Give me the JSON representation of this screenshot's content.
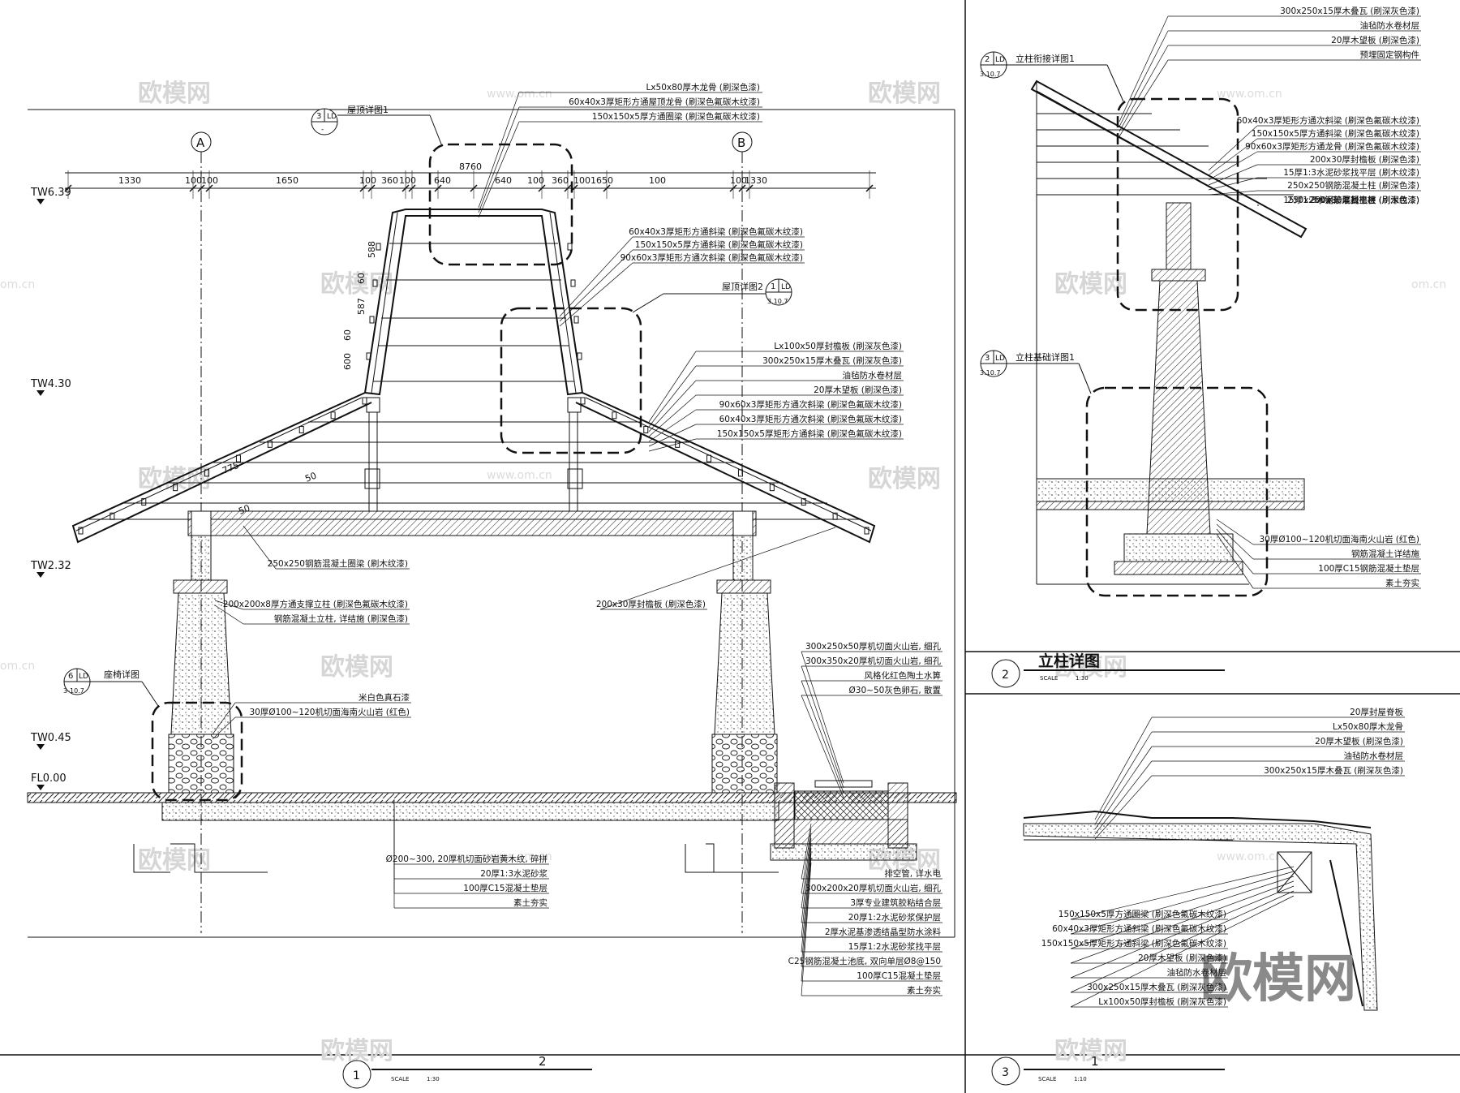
{
  "levels": [
    "TW6.39",
    "TW4.30",
    "TW2.32",
    "TW0.45",
    "FL0.00"
  ],
  "axes": [
    "A",
    "B"
  ],
  "dimensions": {
    "top_total": "8760",
    "top_row": [
      "1330",
      "100",
      "100",
      "1650",
      "100",
      "360",
      "100",
      "640",
      "640",
      "100",
      "360",
      "100",
      "1650",
      "100",
      "100",
      "1330"
    ],
    "slope": [
      "588",
      "60",
      "587",
      "60",
      "600"
    ],
    "misc": [
      "775",
      "50",
      "50"
    ]
  },
  "callout_markers": [
    {
      "num": "3",
      "ref": "LD",
      "sheet": "-",
      "label": "屋顶详图1"
    },
    {
      "num": "1",
      "ref": "LD",
      "sheet": "3.10.7",
      "label": "屋顶详图2"
    },
    {
      "num": "6",
      "ref": "LD",
      "sheet": "3-10.7",
      "label": "座椅详图"
    },
    {
      "num": "2",
      "ref": "LD",
      "sheet": "3.10.7",
      "label": "立柱衔接详图1"
    },
    {
      "num": "3",
      "ref": "LD",
      "sheet": "3.10.7",
      "label": "立柱基础详图1"
    }
  ],
  "section_notes": {
    "roof_top": [
      "Lx50x80厚木龙骨 (刷深色漆)",
      "60x40x3厚矩形方通屋顶龙骨 (刷深色氟碳木纹漆)",
      "150x150x5厚方通圈梁 (刷深色氟碳木纹漆)"
    ],
    "roof_mid": [
      "60x40x3厚矩形方通斜梁 (刷深色氟碳木纹漆)",
      "150x150x5厚方通斜梁 (刷深色氟碳木纹漆)",
      "90x60x3厚矩形方通次斜梁 (刷深色氟碳木纹漆)"
    ],
    "roof_eave": [
      "Lx100x50厚封檐板 (刷深灰色漆)",
      "300x250x15厚木叠瓦 (刷深灰色漆)",
      "油毡防水卷材层",
      "20厚木望板 (刷深色漆)",
      "90x60x3厚矩形方通次斜梁 (刷深色氟碳木纹漆)",
      "60x40x3厚矩形方通次斜梁 (刷深色氟碳木纹漆)",
      "150x150x5厚矩形方通斜梁 (刷深色氟碳木纹漆)"
    ],
    "ring_beam": "250x250钢筋混凝土圈梁 (刷木纹漆)",
    "columns": [
      "200x200x8厚方通支撑立柱 (刷深色氟碳木纹漆)",
      "钢筋混凝土立柱, 详结施 (刷深色漆)"
    ],
    "fascia": "200x30厚封檐板 (刷深色漆)",
    "base": [
      "米白色真石漆",
      "30厚Ø100~120机切面海南火山岩 (红色)"
    ],
    "floor": [
      "Ø200~300, 20厚机切面砂岩黄木纹, 碎拼",
      "20厚1:3水泥砂浆",
      "100厚C15混凝土垫层",
      "素土夯实"
    ],
    "drain_top": [
      "300x250x50厚机切面火山岩, 细孔",
      "300x350x20厚机切面火山岩, 细孔",
      "风格化红色陶土水箅",
      "Ø30~50灰色卵石, 散置"
    ],
    "drain_bottom": [
      "排空管, 详水电",
      "300x200x20厚机切面火山岩, 细孔",
      "3厚专业建筑胶粘结合层",
      "20厚1:2水泥砂浆保护层",
      "2厚水泥基渗透结晶型防水涂料",
      "15厚1:2水泥砂浆找平层",
      "C25钢筋混凝土池底, 双向单层Ø8@150",
      "100厚C15混凝土垫层",
      "素土夯实"
    ]
  },
  "detail2_notes": {
    "top": [
      "300x250x15厚木叠瓦 (刷深灰色漆)",
      "油毡防水卷材层",
      "20厚木望板 (刷深色漆)",
      "预埋固定钢构件"
    ],
    "middle": [
      "60x40x3厚矩形方通次斜梁 (刷深色氟碳木纹漆)",
      "150x150x5厚方通斜梁 (刷深色氟碳木纹漆)",
      "90x60x3厚矩形方通龙骨 (刷深色氟碳木纹漆)",
      "200x30厚封檐板 (刷深色漆)",
      "15厚1:3水泥砂浆找平层 (刷木纹漆)",
      "250x250钢筋混凝土柱 (刷深色漆)"
    ],
    "bottom": [
      "30厚Ø100~120机切面海南火山岩 (红色)",
      "钢筋混凝土详结施",
      "100厚C15钢筋混凝土垫层",
      "素土夯实"
    ]
  },
  "detail3_notes": {
    "top": [
      "20厚封屋脊板",
      "Lx50x80厚木龙骨",
      "20厚木望板 (刷深色漆)",
      "油毡防水卷材层",
      "300x250x15厚木叠瓦 (刷深灰色漆)"
    ],
    "bottom": [
      "150x150x5厚方通圈梁 (刷深色氟碳木纹漆)",
      "60x40x3厚矩形方通斜梁 (刷深色氟碳木纹漆)",
      "150x150x5厚矩形方通斜梁 (刷深色氟碳木纹漆)",
      "20厚木望板 (刷深色漆)",
      "油毡防水卷材层",
      "300x250x15厚木叠瓦 (刷深灰色漆)",
      "Lx100x50厚封檐板 (刷深灰色漆)"
    ]
  },
  "titles": [
    {
      "num": "1",
      "name": "2",
      "scale_label": "SCALE",
      "scale": "1:30"
    },
    {
      "num": "2",
      "name": "立柱详图",
      "scale_label": "SCALE",
      "scale": "1:30"
    },
    {
      "num": "3",
      "name": "1",
      "scale_label": "SCALE",
      "scale": "1:10"
    }
  ],
  "watermarks": [
    "欧模网",
    "www.om.cn",
    "om.cn"
  ],
  "big_watermark": "欧模网"
}
